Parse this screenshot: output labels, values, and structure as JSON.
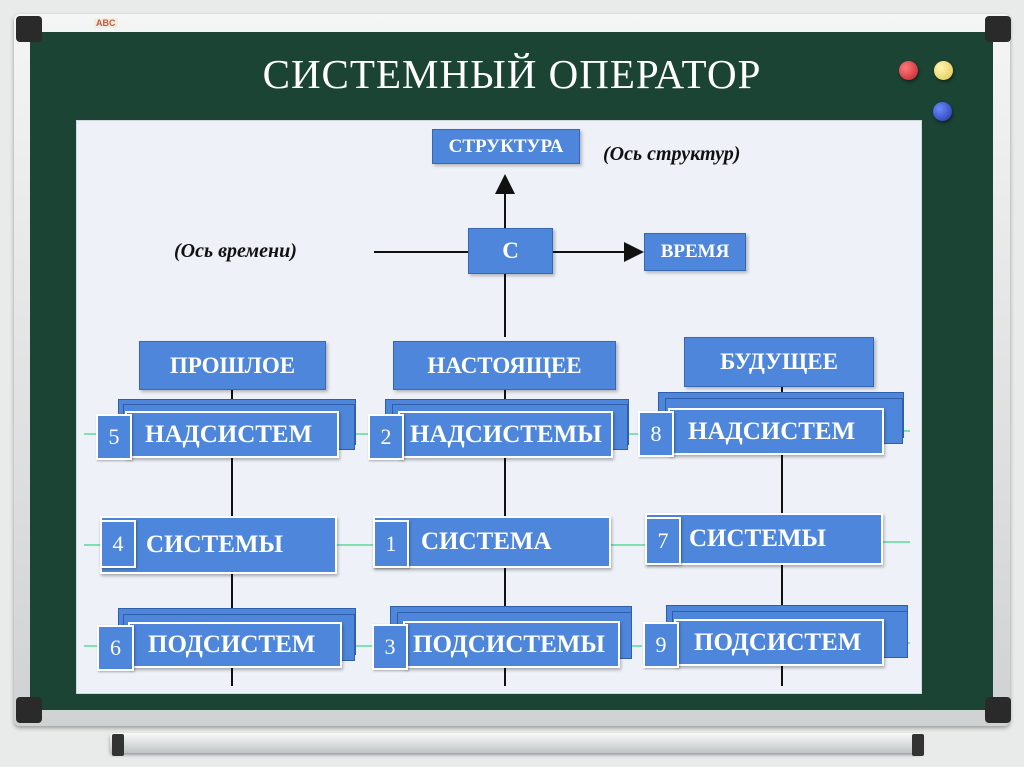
{
  "board": {
    "title": "СИСТЕМНЫЙ ОПЕРАТОР",
    "sticker": "ABC"
  },
  "magnets": [
    "red-magnet",
    "yellow-magnet",
    "blue-magnet"
  ],
  "axes": {
    "structure_label": "СТРУКТУРА",
    "structure_axis": "(Ось структур)",
    "time_label": "ВРЕМЯ",
    "time_axis": "(Ось времени)",
    "center": "С"
  },
  "columns": [
    {
      "heading": "ПРОШЛОЕ",
      "rows": [
        {
          "num": "5",
          "label": "НАДСИСТЕМ"
        },
        {
          "num": "4",
          "label": "СИСТЕМЫ"
        },
        {
          "num": "6",
          "label": "ПОДСИСТЕМ"
        }
      ]
    },
    {
      "heading": "НАСТОЯЩЕЕ",
      "rows": [
        {
          "num": "2",
          "label": "НАДСИСТЕМЫ"
        },
        {
          "num": "1",
          "label": "СИСТЕМА"
        },
        {
          "num": "3",
          "label": "ПОДСИСТЕМЫ"
        }
      ]
    },
    {
      "heading": "БУДУЩЕЕ",
      "rows": [
        {
          "num": "8",
          "label": "НАДСИСТЕМ"
        },
        {
          "num": "7",
          "label": "СИСТЕМЫ"
        },
        {
          "num": "9",
          "label": "ПОДСИСТЕМ"
        }
      ]
    }
  ],
  "colors": {
    "board": "#1b4435",
    "box": "#4d86da",
    "connector": "#7fe0b0"
  }
}
